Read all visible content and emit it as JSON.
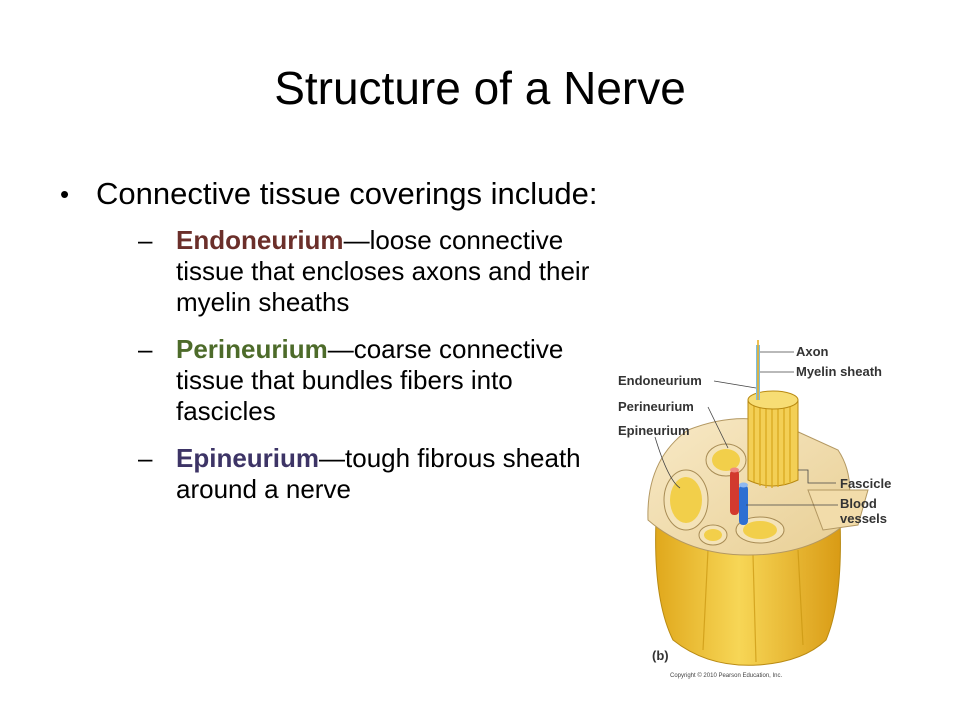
{
  "slide": {
    "title": "Structure of a Nerve",
    "bullet_main": "Connective tissue coverings include:",
    "sub_items": [
      {
        "term": "Endoneurium",
        "text": "—loose connective tissue that encloses axons and their myelin sheaths"
      },
      {
        "term": "Perineurium",
        "text": "—coarse connective tissue that bundles fibers into fascicles"
      },
      {
        "term": "Epineurium",
        "text": "—tough fibrous sheath around a nerve"
      }
    ],
    "bullet_glyph": "•",
    "dash_glyph": "–"
  },
  "figure": {
    "labels": {
      "axon": "Axon",
      "myelin_sheath": "Myelin sheath",
      "endoneurium": "Endoneurium",
      "perineurium": "Perineurium",
      "epineurium": "Epineurium",
      "fascicle": "Fascicle",
      "blood": "Blood",
      "vessels": "vessels"
    },
    "panel_letter": "(b)",
    "copyright": "Copyright © 2010 Pearson Education, Inc.",
    "colors": {
      "nerve_yellow": "#f2c230",
      "fascicle_cream": "#f4e3b8",
      "artery": "#d23a2e",
      "vein": "#2e6fd2"
    }
  }
}
